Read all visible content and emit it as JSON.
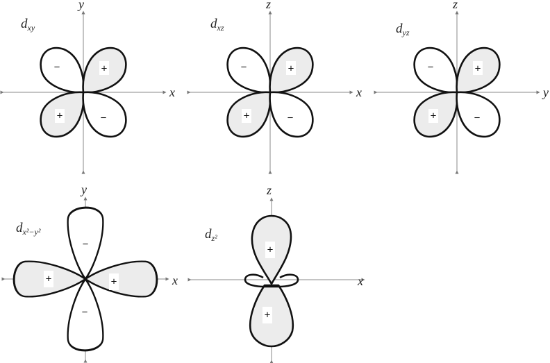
{
  "colors": {
    "positive_fill": "#ececec",
    "negative_fill": "#ffffff",
    "outline": "#111111",
    "axis": "#8a8a8a"
  },
  "diagrams": [
    {
      "id": "dxy",
      "label_main": "d",
      "label_sub": "xy",
      "axes": {
        "horizontal": "x",
        "vertical": "y"
      },
      "lobes": [
        {
          "position": "upper-left",
          "sign": "−"
        },
        {
          "position": "upper-right",
          "sign": "+"
        },
        {
          "position": "lower-left",
          "sign": "+"
        },
        {
          "position": "lower-right",
          "sign": "−"
        }
      ]
    },
    {
      "id": "dxz",
      "label_main": "d",
      "label_sub": "xz",
      "axes": {
        "horizontal": "x",
        "vertical": "z"
      },
      "lobes": [
        {
          "position": "upper-left",
          "sign": "−"
        },
        {
          "position": "upper-right",
          "sign": "+"
        },
        {
          "position": "lower-left",
          "sign": "+"
        },
        {
          "position": "lower-right",
          "sign": "−"
        }
      ]
    },
    {
      "id": "dyz",
      "label_main": "d",
      "label_sub": "yz",
      "axes": {
        "horizontal": "y",
        "vertical": "z"
      },
      "lobes": [
        {
          "position": "upper-left",
          "sign": "−"
        },
        {
          "position": "upper-right",
          "sign": "+"
        },
        {
          "position": "lower-left",
          "sign": "+"
        },
        {
          "position": "lower-right",
          "sign": "−"
        }
      ]
    },
    {
      "id": "dx2y2",
      "label_main": "d",
      "label_sub": "x²−y²",
      "axes": {
        "horizontal": "x",
        "vertical": "y"
      },
      "lobes": [
        {
          "position": "top",
          "sign": "−"
        },
        {
          "position": "left",
          "sign": "+"
        },
        {
          "position": "right",
          "sign": "+"
        },
        {
          "position": "bottom",
          "sign": "−"
        }
      ]
    },
    {
      "id": "dz2",
      "label_main": "d",
      "label_sub": "z²",
      "axes": {
        "horizontal": "x",
        "vertical": "z"
      },
      "lobes": [
        {
          "position": "top",
          "sign": "+"
        },
        {
          "position": "bottom",
          "sign": "+"
        },
        {
          "position": "torus",
          "sign": ""
        }
      ]
    }
  ]
}
